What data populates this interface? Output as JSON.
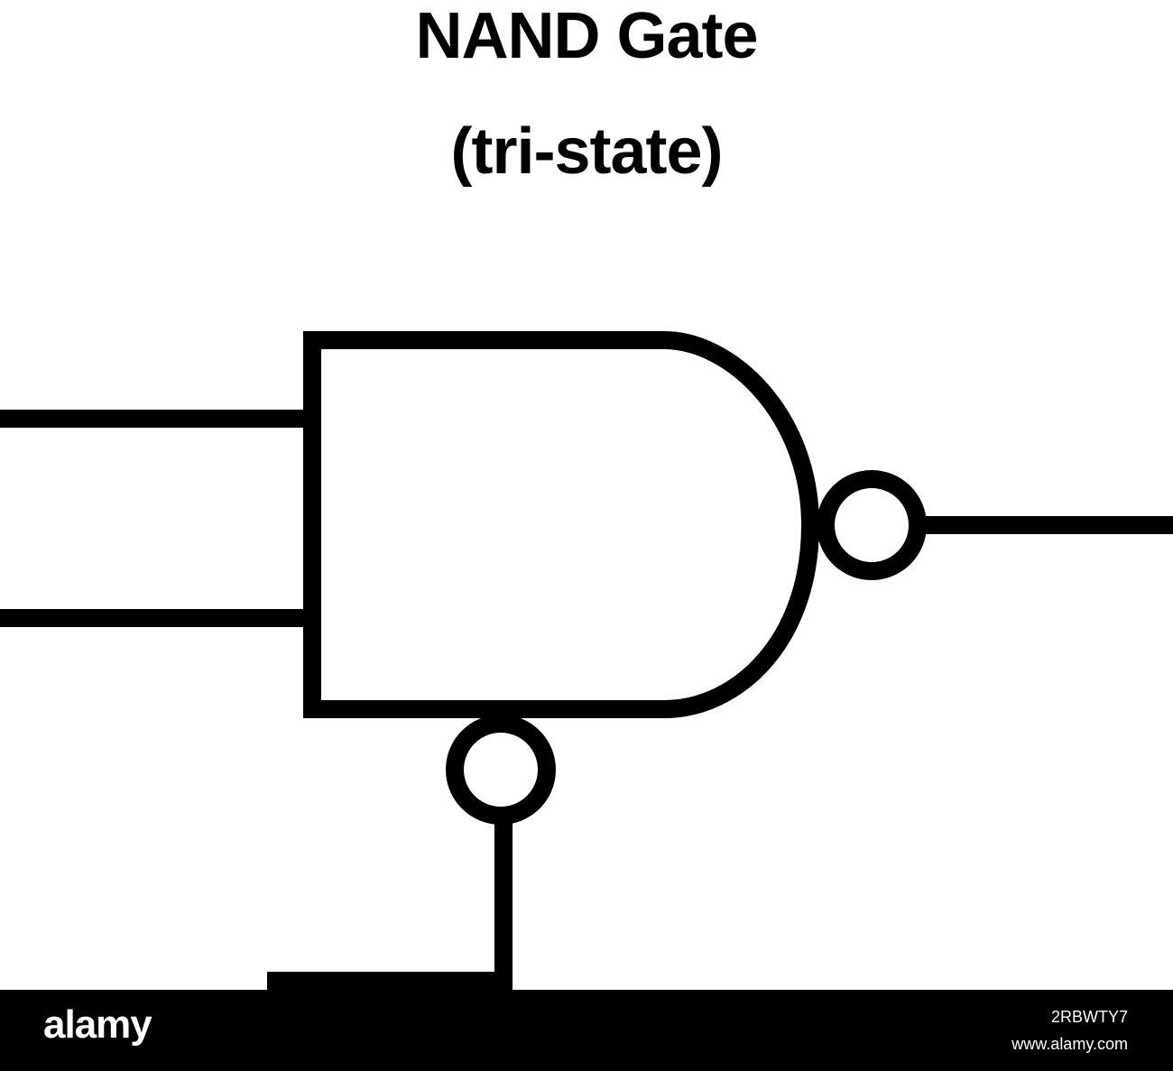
{
  "title": {
    "line1": "NAND Gate",
    "line2": "(tri-state)"
  },
  "colors": {
    "stroke": "#000000",
    "background": "#ffffff",
    "footer": "#000000",
    "footer_text": "#ffffff"
  },
  "footer": {
    "brand": "alamy",
    "image_id": "2RBWTY7",
    "site": "www.alamy.com"
  }
}
